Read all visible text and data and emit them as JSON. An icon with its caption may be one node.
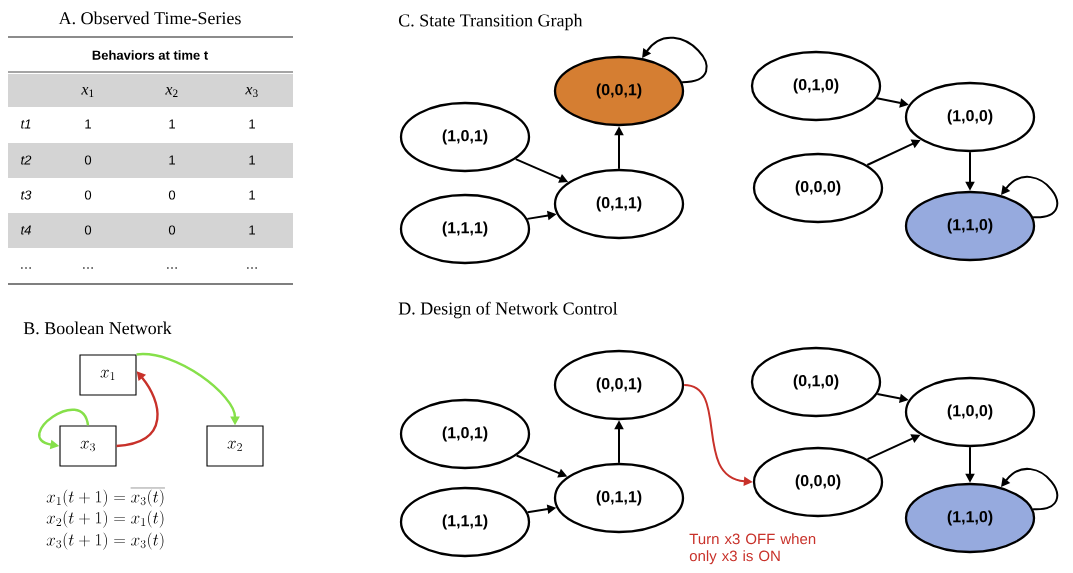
{
  "diagram": {
    "nodes": [
      {
        "text": [
          "x_1"
        ]
      },
      {
        "text": [
          "x_3"
        ]
      },
      {
        "text": [
          "x_2"
        ]
      },
      {
        "text": [
          "(1,0,1)"
        ]
      },
      {
        "text": [
          "(1,1,1)"
        ]
      },
      {
        "text": [
          "(0,0,1)"
        ]
      },
      {
        "text": [
          "(0,1,1)"
        ]
      },
      {
        "text": [
          "(0,1,0)"
        ]
      },
      {
        "text": [
          "(0,0,0)"
        ]
      },
      {
        "text": [
          "(1,0,0)"
        ]
      },
      {
        "text": [
          "(1,1,0)"
        ]
      },
      {
        "text": [
          "(1,0,1)"
        ]
      },
      {
        "text": [
          "(1,1,1)"
        ]
      },
      {
        "text": [
          "(0,0,1)"
        ]
      },
      {
        "text": [
          "(0,1,1)"
        ]
      },
      {
        "text": [
          "(0,1,0)"
        ]
      },
      {
        "text": [
          "(0,0,0)"
        ]
      },
      {
        "text": [
          "(1,0,0)"
        ]
      },
      {
        "text": [
          "(1,1,0)"
        ]
      }
    ],
    "edges": [
      {
        "from": 1,
        "to": 0,
        "arrow": "to",
        "color": "#c8312a"
      },
      {
        "from": 0,
        "to": 2,
        "arrow": "to",
        "color": "#86e04a"
      },
      {
        "from": 1,
        "to": 1,
        "arrow": "to",
        "color": "#86e04a"
      },
      {
        "from": 3,
        "to": 6,
        "arrow": "to"
      },
      {
        "from": 4,
        "to": 6,
        "arrow": "to"
      },
      {
        "from": 6,
        "to": 5,
        "arrow": "to"
      },
      {
        "from": 5,
        "to": 5,
        "arrow": "to"
      },
      {
        "from": 7,
        "to": 9,
        "arrow": "to"
      },
      {
        "from": 8,
        "to": 9,
        "arrow": "to"
      },
      {
        "from": 9,
        "to": 10,
        "arrow": "to"
      },
      {
        "from": 10,
        "to": 10,
        "arrow": "to"
      },
      {
        "from": 11,
        "to": 14,
        "arrow": "to"
      },
      {
        "from": 12,
        "to": 14,
        "arrow": "to"
      },
      {
        "from": 14,
        "to": 13,
        "arrow": "to"
      },
      {
        "from": 15,
        "to": 17,
        "arrow": "to"
      },
      {
        "from": 16,
        "to": 17,
        "arrow": "to"
      },
      {
        "from": 17,
        "to": 18,
        "arrow": "to"
      },
      {
        "from": 18,
        "to": 18,
        "arrow": "to"
      },
      {
        "from": 13,
        "to": 16,
        "arrow": "to",
        "color": "#c8312a",
        "label": "Turn x3 OFF when only x3 is ON"
      }
    ],
    "labels": [
      "A. Observed Time-Series",
      "Behaviors at time t",
      "*x*$_{1}$",
      "*x*$_{2}$",
      "*x*$_{3}$",
      "t1",
      "1",
      "1",
      "1",
      "t2",
      "0",
      "1",
      "1",
      "t3",
      "0",
      "0",
      "1",
      "t4",
      "0",
      "0",
      "1",
      "…",
      "…",
      "…",
      "…",
      "B. Boolean Network",
      "x_1(t+1) = \\overline{x_3(t)}",
      "x_2(t+1) = x_1(t)",
      "x_3(t+1) = x_3(t)",
      "C. State Transition Graph",
      "D. Design of Network Control"
    ]
  }
}
